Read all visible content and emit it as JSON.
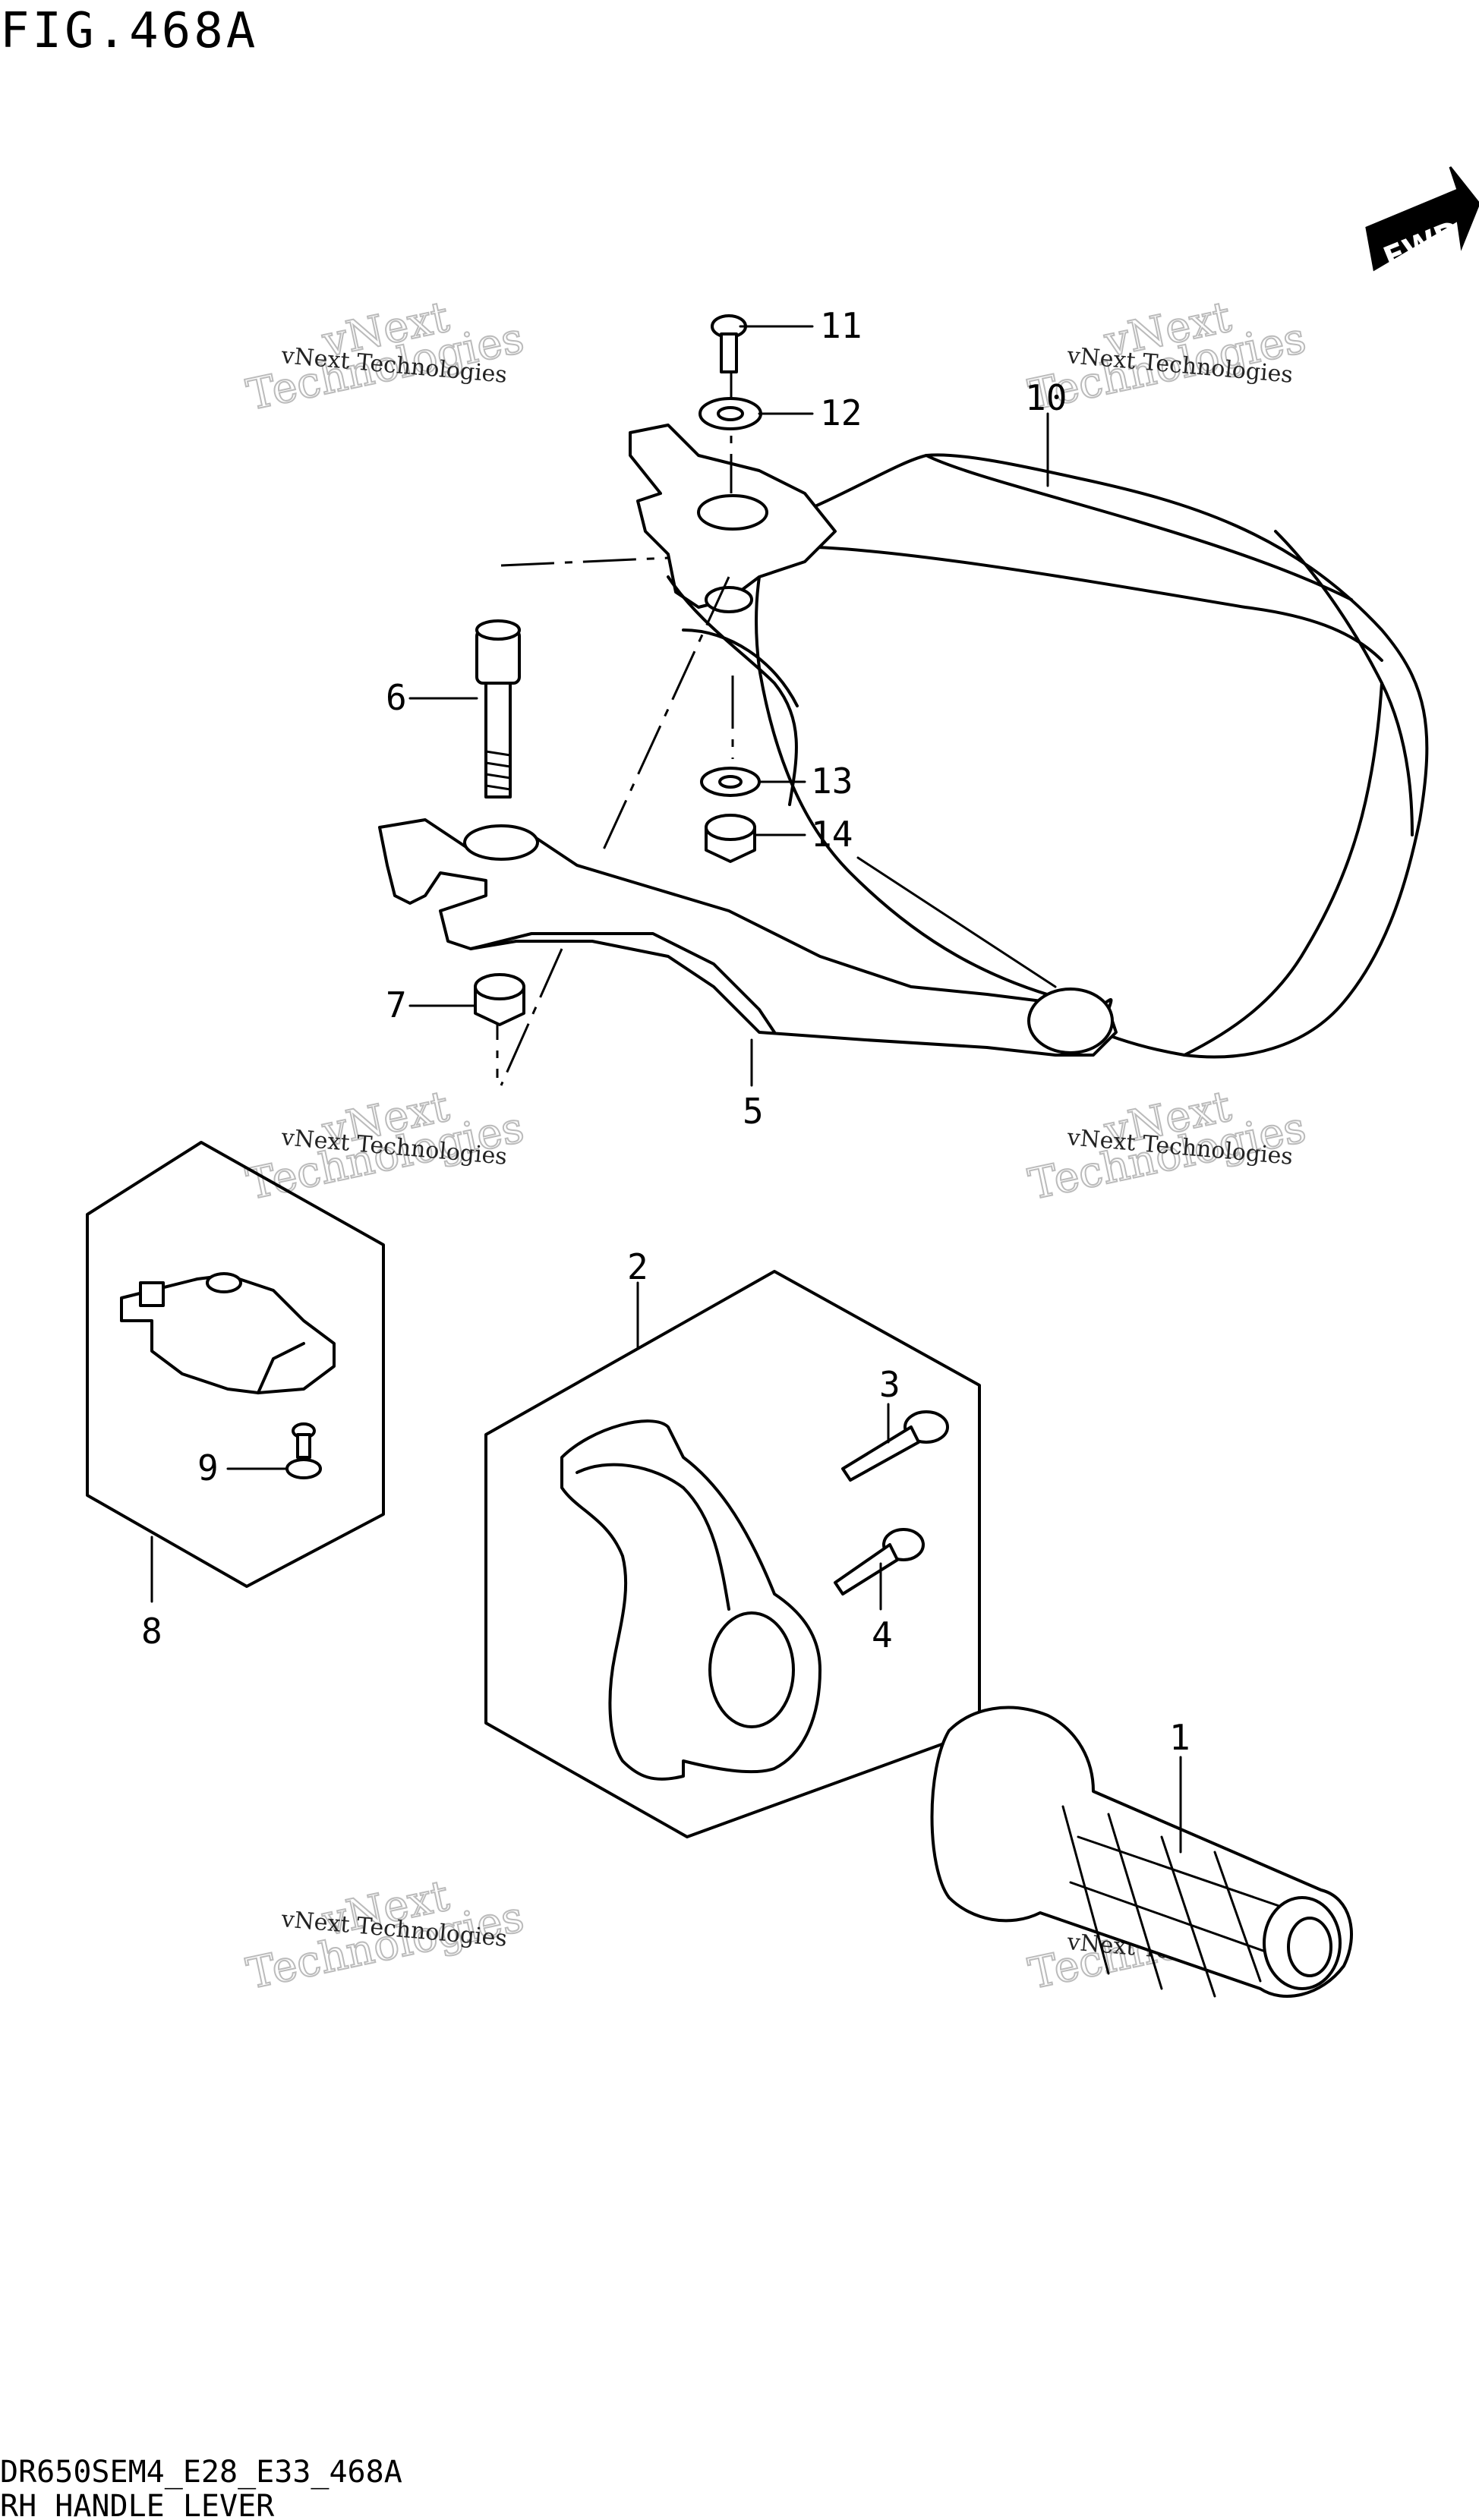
{
  "title": "FIG.468A",
  "footer": {
    "code": "DR650SEM4_E28_E33_468A",
    "caption": "RH HANDLE LEVER"
  },
  "fwd_badge": "FWD",
  "watermark": {
    "line1": "vNext Technologies",
    "line2": "vNext",
    "line3": "Technologies"
  },
  "callouts": [
    "1",
    "2",
    "3",
    "4",
    "5",
    "6",
    "7",
    "8",
    "9",
    "10",
    "11",
    "12",
    "13",
    "14"
  ]
}
